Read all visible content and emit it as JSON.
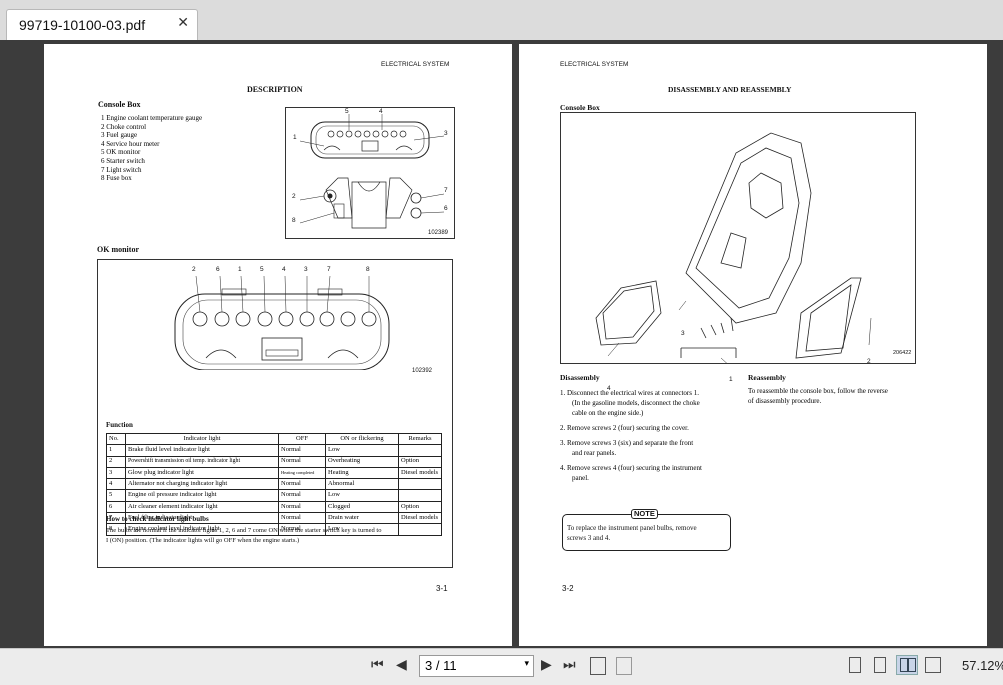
{
  "tab": {
    "title": "99719-10100-03.pdf",
    "close": "✕"
  },
  "left": {
    "header": "ELECTRICAL SYSTEM",
    "title": "DESCRIPTION",
    "console_heading": "Console Box",
    "console_items": [
      "1  Engine coolant temperature gauge",
      "2  Choke control",
      "3  Fuel gauge",
      "4  Service hour meter",
      "5  OK monitor",
      "6  Starter switch",
      "7  Light switch",
      "8  Fuse box"
    ],
    "fig1_callouts": [
      "5",
      "4",
      "1",
      "3",
      "2",
      "7",
      "6",
      "8"
    ],
    "fig1_code": "102389",
    "ok_heading": "OK monitor",
    "fig2_callouts": [
      "2",
      "6",
      "1",
      "5",
      "4",
      "3",
      "7",
      "8"
    ],
    "fig2_code": "102392",
    "function_label": "Function",
    "table_headers": [
      "No.",
      "Indicator light",
      "OFF",
      "ON or flickering",
      "Remarks"
    ],
    "table_rows": [
      [
        "1",
        "Brake fluid level indicator light",
        "Normal",
        "Low",
        ""
      ],
      [
        "2",
        "Powershift transmission oil temp. indicator light",
        "Normal",
        "Overheating",
        "Option"
      ],
      [
        "3",
        "Glow plug indicator light",
        "Heating completed",
        "Heating",
        "Diesel models"
      ],
      [
        "4",
        "Alternator not charging indicator light",
        "Normal",
        "Abnormal",
        ""
      ],
      [
        "5",
        "Engine oil pressure indicator light",
        "Normal",
        "Low",
        ""
      ],
      [
        "6",
        "Air cleaner element indicator light",
        "Normal",
        "Clogged",
        "Option"
      ],
      [
        "7",
        "Fuel filter indicator light",
        "Normal",
        "Drain water",
        "Diesel models"
      ],
      [
        "8",
        "Engine coolant level indicator light",
        "Normal",
        "Low",
        ""
      ]
    ],
    "check_heading": "How to check indicator light bulbs",
    "check_text_1": "The bulbs are normal if the indicator lights 1, 2, 6 and 7 come ON when the starter switch key is turned to",
    "check_text_2": "I (ON) position.  (The indicator lights will go OFF when the engine starts.)",
    "page_number": "3-1"
  },
  "right": {
    "header": "ELECTRICAL SYSTEM",
    "title": "DISASSEMBLY AND REASSEMBLY",
    "console_heading": "Console Box",
    "fig_callouts": [
      "3",
      "4",
      "1",
      "2"
    ],
    "fig_code": "206422",
    "disassembly_heading": "Disassembly",
    "disassembly_lines": [
      "1.  Disconnect the electrical wires at connectors 1.",
      "(In the gasoline models, disconnect the choke",
      "cable on the engine side.)",
      "2.  Remove screws 2 (four) securing the cover.",
      "3.  Remove screws 3 (six) and separate the front",
      "and rear panels.",
      "4.  Remove screws 4 (four) securing the instrument",
      "panel."
    ],
    "reassembly_heading": "Reassembly",
    "reassembly_lines": [
      "To reassemble the console box, follow the reverse",
      "of disassembly procedure."
    ],
    "note_label": "NOTE",
    "note_lines": [
      "To replace the instrument panel bulbs, remove",
      "screws 3 and 4."
    ],
    "page_number": "3-2"
  },
  "toolbar": {
    "first": "⏮",
    "prev": "◀",
    "page_value": "3 / 11",
    "next": "▶",
    "last": "⏭",
    "zoom": "57.12%"
  }
}
